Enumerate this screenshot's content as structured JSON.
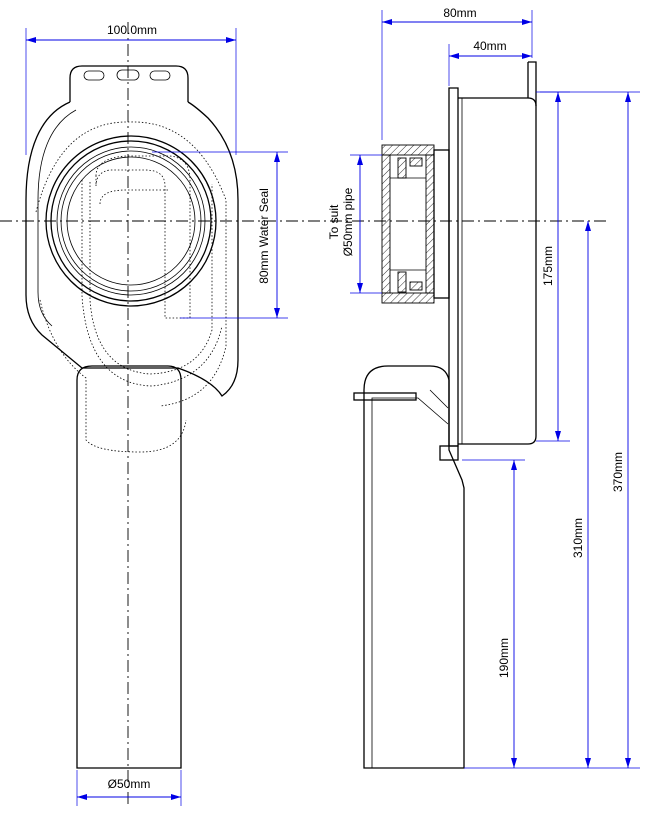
{
  "labels": {
    "width_100": "100.0mm",
    "depth_80": "80mm",
    "depth_40": "40mm",
    "water_seal": "80mm Water Seal",
    "pipe_note_1": "To suit",
    "pipe_note_2": "Ø50mm pipe",
    "dia_50": "Ø50mm",
    "h_175": "175mm",
    "h_370": "370mm",
    "h_310": "310mm",
    "h_190": "190mm"
  },
  "colors": {
    "dimension": "#0000e6",
    "outline": "#000000"
  }
}
